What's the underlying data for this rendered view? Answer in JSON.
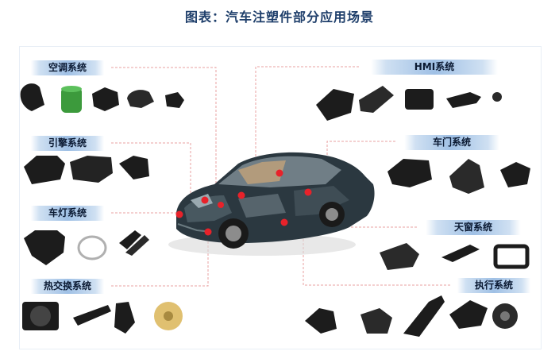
{
  "title": "图表：汽车注塑件部分应用场景",
  "systems": {
    "ac": "空调系统",
    "engine": "引擎系统",
    "lights": "车灯系统",
    "heat": "热交换系统",
    "hmi": "HMI系统",
    "door": "车门系统",
    "sunroof": "天窗系统",
    "actuator": "执行系统"
  },
  "colors": {
    "accent_red": "#e8222a",
    "dashed_line": "#e8a0a0",
    "title": "#1f3f6b",
    "part_dark": "#1c1c1c",
    "part_green": "#3c9a3c",
    "part_yellow": "#e0c070"
  }
}
